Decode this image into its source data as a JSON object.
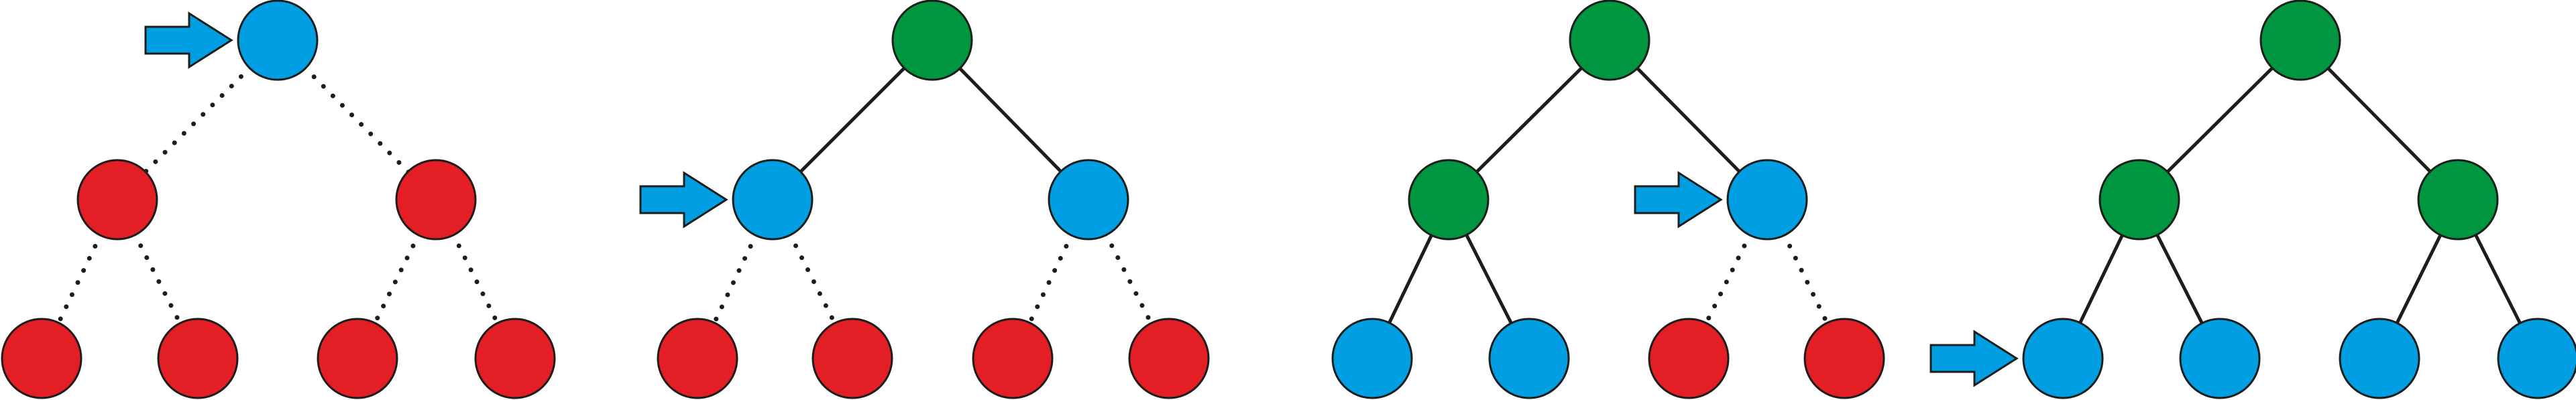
{
  "colors": {
    "red": "#e31e24",
    "blue": "#009fe3",
    "green": "#009640",
    "arrow": "#009fe3",
    "outline": "#1d1d1b",
    "edge": "#1d1d1b"
  },
  "diagrams": [
    {
      "name": "step-1",
      "node_states": [
        "blue",
        "red",
        "red",
        "red",
        "red",
        "red",
        "red"
      ],
      "edge_styles": [
        "dotted",
        "dotted",
        "dotted",
        "dotted",
        "dotted",
        "dotted"
      ],
      "arrow_target": 0
    },
    {
      "name": "step-2",
      "node_states": [
        "green",
        "blue",
        "blue",
        "red",
        "red",
        "red",
        "red"
      ],
      "edge_styles": [
        "solid",
        "solid",
        "dotted",
        "dotted",
        "dotted",
        "dotted"
      ],
      "arrow_target": 1
    },
    {
      "name": "step-3",
      "node_states": [
        "green",
        "green",
        "blue",
        "blue",
        "blue",
        "red",
        "red"
      ],
      "edge_styles": [
        "solid",
        "solid",
        "solid",
        "solid",
        "dotted",
        "dotted"
      ],
      "arrow_target": 2
    },
    {
      "name": "step-4",
      "node_states": [
        "green",
        "green",
        "green",
        "blue",
        "blue",
        "blue",
        "blue"
      ],
      "edge_styles": [
        "solid",
        "solid",
        "solid",
        "solid",
        "solid",
        "solid"
      ],
      "arrow_target": 3
    }
  ]
}
